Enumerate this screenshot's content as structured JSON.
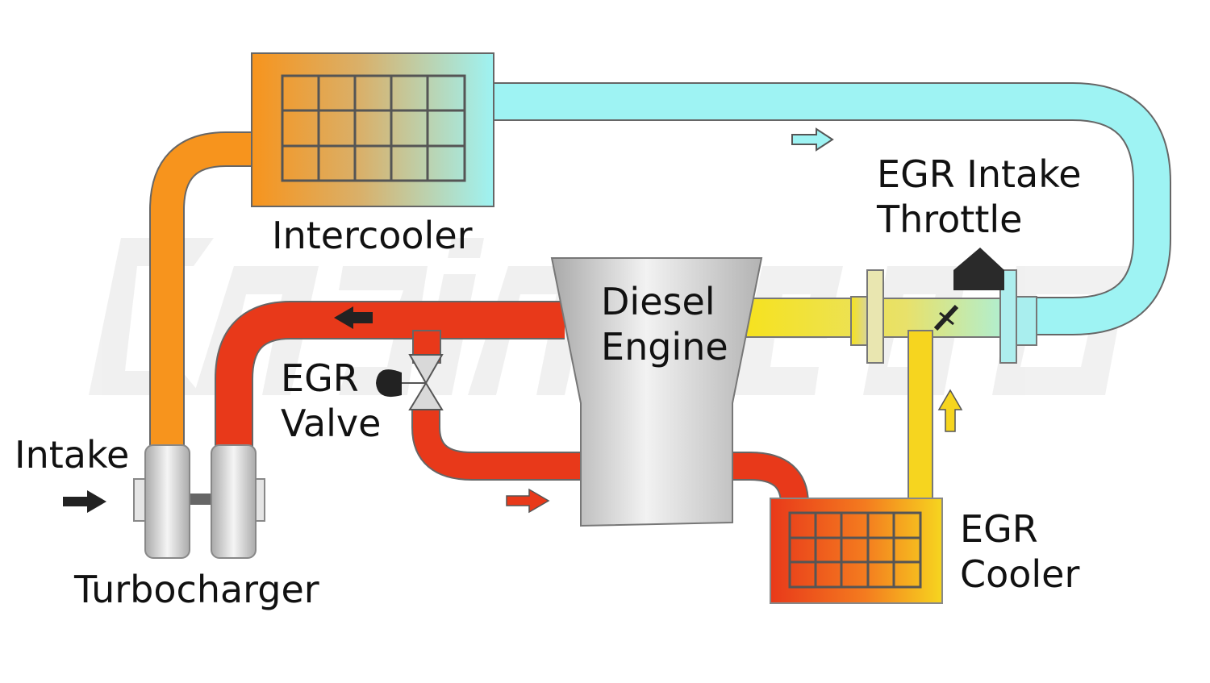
{
  "labels": {
    "intercooler": "Intercooler",
    "diesel_engine": [
      "Diesel",
      "Engine"
    ],
    "egr_intake_throttle": [
      "EGR Intake",
      "Throttle"
    ],
    "egr_valve": [
      "EGR",
      "Valve"
    ],
    "intake": "Intake",
    "turbocharger": "Turbocharger",
    "egr_cooler": [
      "EGR",
      "Cooler"
    ]
  },
  "watermark": "engineering",
  "colors": {
    "hot_exhaust": "#e8391a",
    "intake_air": "#f7941d",
    "cooled_air": "#9ef3f3",
    "egr_gas": "#f6d51f",
    "outline": "#777777",
    "engine_gray": "#c8c8c8"
  },
  "icons": {
    "flow_arrow": "arrow-right-icon",
    "valve": "butterfly-valve-icon"
  }
}
